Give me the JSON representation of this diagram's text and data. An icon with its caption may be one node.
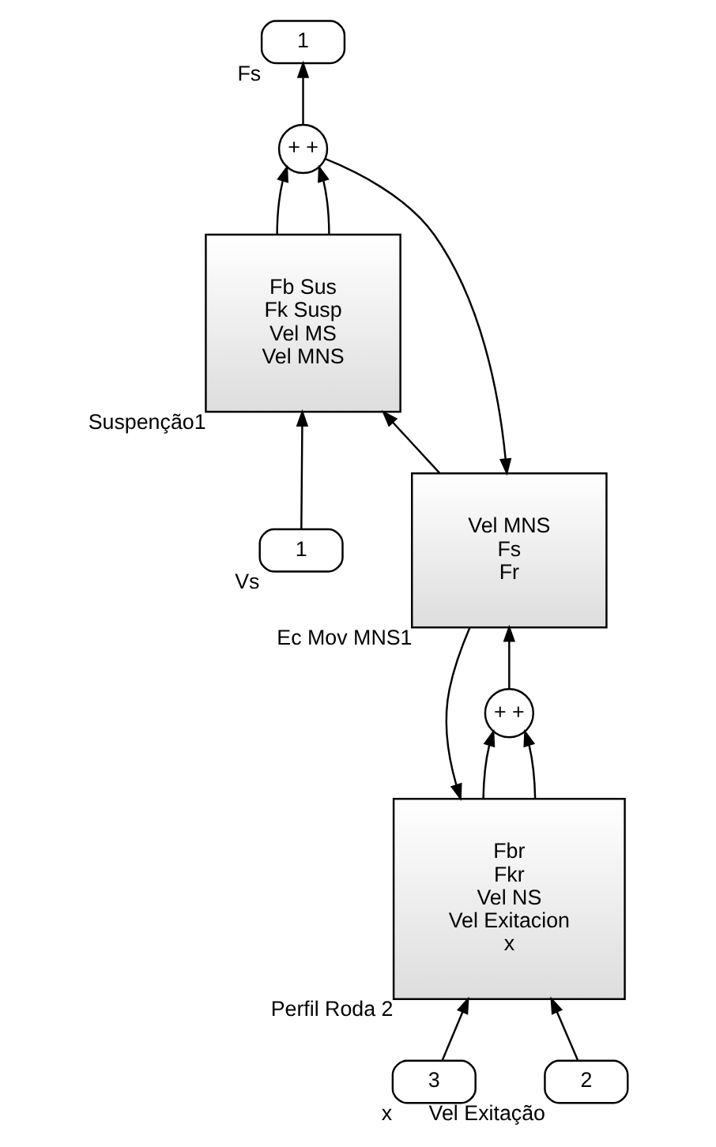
{
  "diagram": {
    "nodes": [
      {
        "text": [
          "1"
        ],
        "beside": [
          "Fs"
        ]
      },
      {
        "text": [
          "+ +"
        ]
      },
      {
        "text": [
          "Fb Sus",
          "Fk Susp",
          "Vel MS",
          "Vel MNS"
        ],
        "beside": [
          "Suspenção1"
        ]
      },
      {
        "text": [
          "1"
        ],
        "beside": [
          "Vs"
        ]
      },
      {
        "text": [
          "Vel MNS",
          "Fs",
          "Fr"
        ],
        "beside": [
          "Ec Mov MNS1"
        ]
      },
      {
        "text": [
          "+ +"
        ]
      },
      {
        "text": [
          "Fbr",
          "Fkr",
          "Vel NS",
          "Vel Exitacion",
          "x"
        ],
        "beside": [
          "Perfil Roda 2"
        ]
      },
      {
        "text": [
          "3"
        ],
        "beside": [
          "x"
        ]
      },
      {
        "text": [
          "2"
        ],
        "beside": [
          "Vel Exitação"
        ]
      }
    ],
    "edges": [
      {
        "from": 1,
        "to": 0,
        "arrow": "to"
      },
      {
        "from": 1,
        "to": 4,
        "arrow": "to"
      },
      {
        "from": 2,
        "to": 1,
        "arrow": "to"
      },
      {
        "from": 2,
        "to": 1,
        "arrow": "to"
      },
      {
        "from": 3,
        "to": 2,
        "arrow": "to"
      },
      {
        "from": 4,
        "to": 2,
        "arrow": "to"
      },
      {
        "from": 4,
        "to": 6,
        "arrow": "to"
      },
      {
        "from": 5,
        "to": 4,
        "arrow": "to"
      },
      {
        "from": 6,
        "to": 5,
        "arrow": "to"
      },
      {
        "from": 6,
        "to": 5,
        "arrow": "to"
      },
      {
        "from": 8,
        "to": 6,
        "arrow": "to"
      },
      {
        "from": 7,
        "to": 6,
        "arrow": "to"
      }
    ]
  }
}
